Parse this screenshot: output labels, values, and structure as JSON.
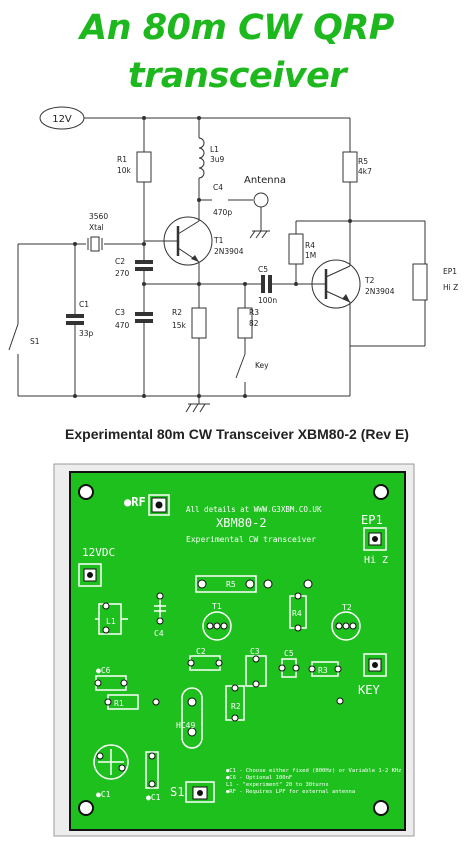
{
  "title_line1": "An 80m CW QRP",
  "title_line2": "transceiver",
  "caption": "Experimental 80m CW Transceiver XBM80-2 (Rev E)",
  "colors": {
    "title_green": "#1db81d",
    "pcb_green": "#1ec01e",
    "pcb_frame": "#e8e8e8"
  },
  "schematic": {
    "supply": "12V",
    "L1": "L1",
    "L1_val": "3u9",
    "C4": "C4",
    "C4_val": "470p",
    "antenna": "Antenna",
    "R1": "R1",
    "R1_val": "10k",
    "R5": "R5",
    "R5_val": "4k7",
    "xtal_freq": "3560",
    "xtal": "Xtal",
    "T1": "T1",
    "T1_type": "2N3904",
    "R4": "R4",
    "R4_val": "1M",
    "C2": "C2",
    "C2_val": "270",
    "C5": "C5",
    "C5_val": "100n",
    "T2": "T2",
    "T2_type": "2N3904",
    "C1": "C1",
    "C1_val": "33p",
    "C3": "C3",
    "C3_val": "470",
    "R2": "R2",
    "R2_val": "15k",
    "R3": "R3",
    "R3_val": "82",
    "S1": "S1",
    "key": "Key",
    "EP1": "EP1",
    "EP1_sub": "Hi Z"
  },
  "pcb": {
    "rf": "●RF",
    "details": "All details at WWW.G3XBM.CO.UK",
    "name": "XBM80-2",
    "subtitle": "Experimental CW transceiver",
    "ep1": "EP1",
    "hiz": "Hi Z",
    "vdc": "12VDC",
    "r5": "R5",
    "l1": "L1",
    "c4": "C4",
    "t1": "T1",
    "r4": "R4",
    "t2": "T2",
    "c2": "C2",
    "c3": "C3",
    "c5": "C5",
    "r3": "R3",
    "c6": "●C6",
    "r1": "R1",
    "r2": "R2",
    "hc49": "HC49",
    "key": "KEY",
    "c1a": "●C1",
    "c1b": "●C1",
    "s1": "S1",
    "notes": [
      "●C1 - Choose either fixed (800Hz) or Variable 1-2 KHz",
      "●C6 - Optional 100nF",
      "L1 - \"experiment\" 20 to 30turns",
      "●RF - Requires LPF for external antenna"
    ]
  }
}
